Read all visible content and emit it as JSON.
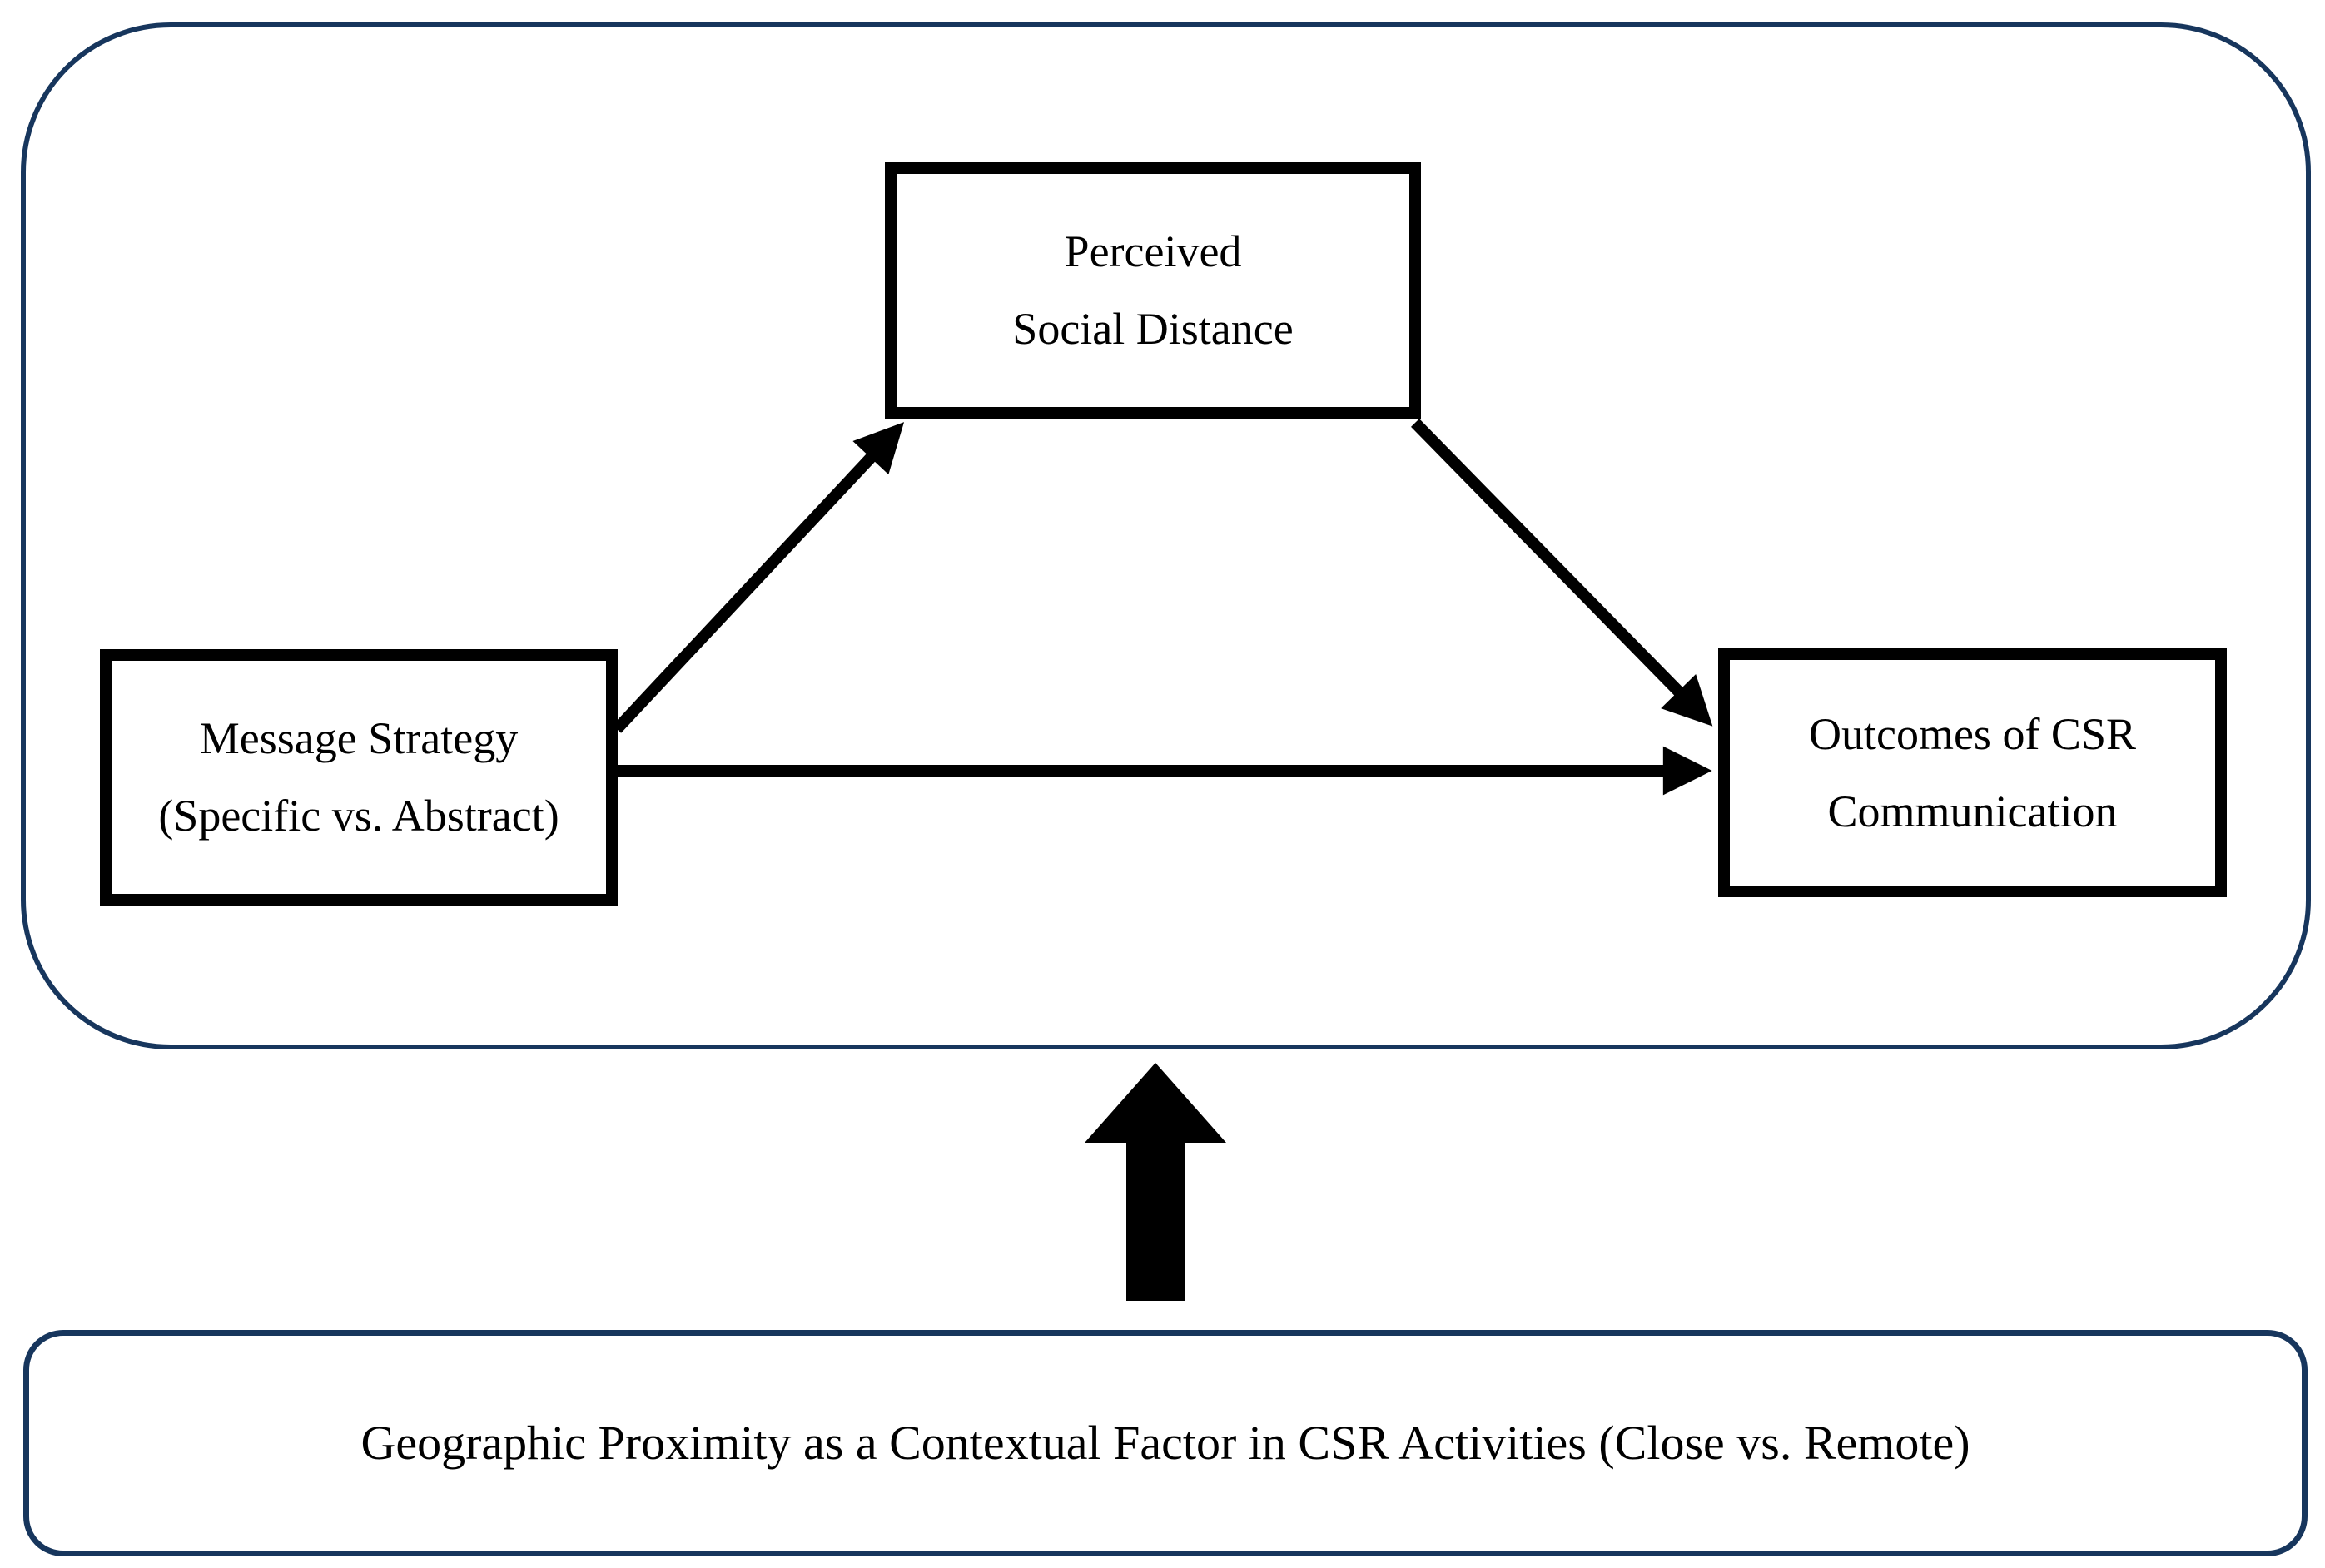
{
  "colors": {
    "background": "#FFFFFF",
    "frame_border": "#17365D",
    "construct_box_border": "#000000",
    "arrow_color": "#000000",
    "text_color": "#000000"
  },
  "boxes": {
    "mediator": {
      "line1": "Perceived",
      "line2": "Social Distance"
    },
    "independent": {
      "line1": "Message Strategy",
      "line2": "(Specific vs. Abstract)"
    },
    "dependent": {
      "line1": "Outcomes of CSR",
      "line2": "Communication"
    }
  },
  "moderator": {
    "label": "Geographic Proximity as a Contextual Factor in CSR Activities (Close vs. Remote)"
  },
  "relationships": [
    {
      "from": "Message Strategy (Specific vs. Abstract)",
      "to": "Perceived Social Distance",
      "type": "straight-arrow"
    },
    {
      "from": "Perceived Social Distance",
      "to": "Outcomes of CSR Communication",
      "type": "straight-arrow"
    },
    {
      "from": "Message Strategy (Specific vs. Abstract)",
      "to": "Outcomes of CSR Communication",
      "type": "straight-arrow"
    },
    {
      "from": "Geographic Proximity as a Contextual Factor in CSR Activities (Close vs. Remote)",
      "to": "model-frame",
      "type": "block-arrow"
    }
  ]
}
